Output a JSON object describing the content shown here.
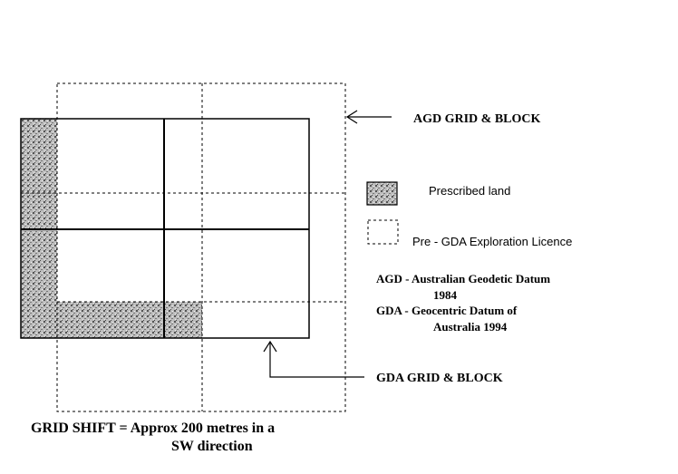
{
  "labels": {
    "agd_grid": "AGD GRID  & BLOCK",
    "gda_grid": "GDA  GRID  & BLOCK",
    "grid_shift_line1": "GRID SHIFT = Approx 200 metres in a",
    "grid_shift_line2": "SW direction"
  },
  "legend": {
    "prescribed": "Prescribed land",
    "licence": "Pre - GDA Exploration Licence"
  },
  "notes": {
    "agd_line1": "AGD - Australian Geodetic Datum",
    "agd_line2": "1984",
    "gda_line1": "GDA - Geocentric Datum of",
    "gda_line2": "Australia 1994"
  },
  "colors": {
    "line": "#000000",
    "stipple_light": "#d4d4d4",
    "stipple_dark": "#6a6a6a"
  }
}
